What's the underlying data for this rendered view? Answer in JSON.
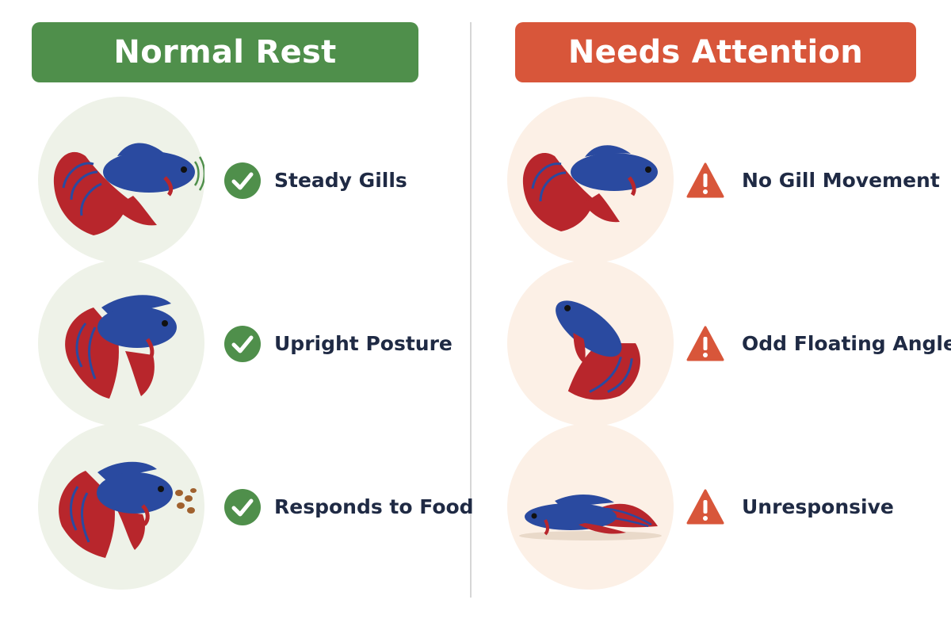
{
  "colors": {
    "normal_accent": "#4f8f4b",
    "attention_accent": "#d8563a",
    "normal_circle_bg": "#eef2e8",
    "attention_circle_bg": "#fcf0e6",
    "fish_body": "#2a4aa0",
    "fish_fin": "#b8262c",
    "label_text": "#1f2a44"
  },
  "normal": {
    "title": "Normal Rest",
    "items": [
      {
        "label": "Steady Gills",
        "icon": "check-circle-icon"
      },
      {
        "label": "Upright Posture",
        "icon": "check-circle-icon"
      },
      {
        "label": "Responds to Food",
        "icon": "check-circle-icon"
      }
    ]
  },
  "attention": {
    "title": "Needs Attention",
    "items": [
      {
        "label": "No Gill Movement",
        "icon": "warning-triangle-icon"
      },
      {
        "label": "Odd Floating Angle",
        "icon": "warning-triangle-icon"
      },
      {
        "label": "Unresponsive",
        "icon": "warning-triangle-icon"
      }
    ]
  }
}
